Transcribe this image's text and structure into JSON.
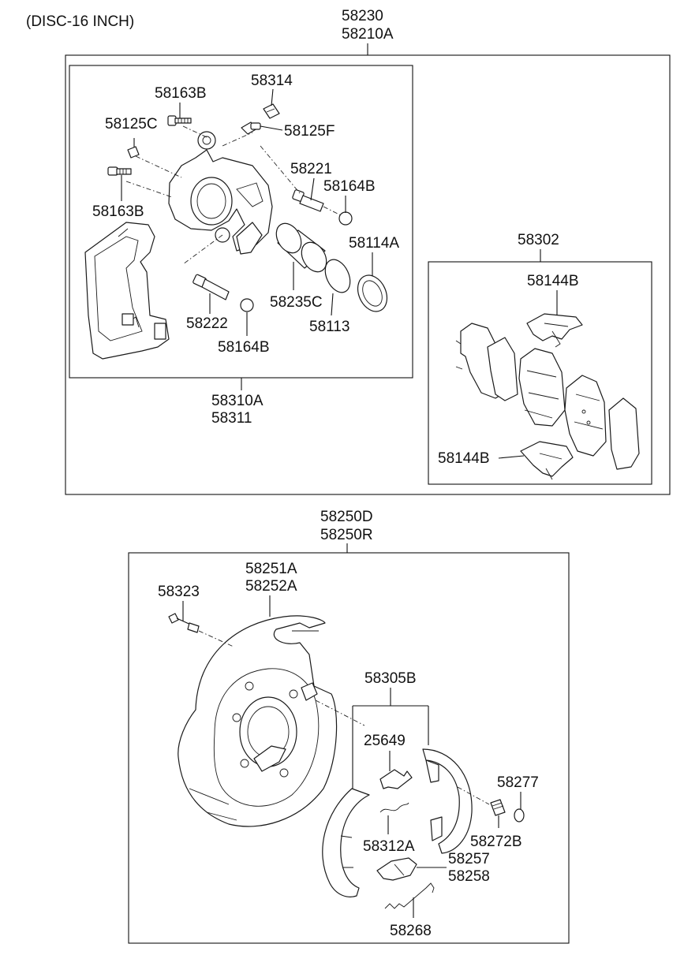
{
  "heading": "(DISC-16 INCH)",
  "labels": {
    "assy_a": "58230",
    "assy_b": "58210A",
    "bleeder_cap": "58314",
    "bolt_top": "58163B",
    "bleeder_left": "58125C",
    "bleeder_right": "58125F",
    "guide_pin_upper": "58221",
    "boot_upper": "58164B",
    "bolt_lower": "58163B",
    "seal_kit": "58114A",
    "piston": "58235C",
    "piston_seal": "58113",
    "guide_pin_lower": "58222",
    "boot_lower": "58164B",
    "caliper_a": "58310A",
    "caliper_b": "58311",
    "pad_kit": "58302",
    "pad_clip_top": "58144B",
    "pad_clip_bottom": "58144B",
    "parking_assy_a": "58250D",
    "parking_assy_b": "58250R",
    "dust_cover_a": "58251A",
    "dust_cover_b": "58252A",
    "sensor_bolt": "58323",
    "shoe_kit": "58305B",
    "adjuster": "25649",
    "cup": "58277",
    "spring_upper": "58312A",
    "hold_spring": "58272B",
    "strut_a": "58257",
    "strut_b": "58258",
    "return_spring": "58268"
  },
  "icons": {
    "caliper": "brake-caliper-icon",
    "carrier": "caliper-carrier-icon",
    "pads": "brake-pad-icon",
    "backing_plate": "dust-shield-icon",
    "shoes": "parking-shoe-icon"
  }
}
